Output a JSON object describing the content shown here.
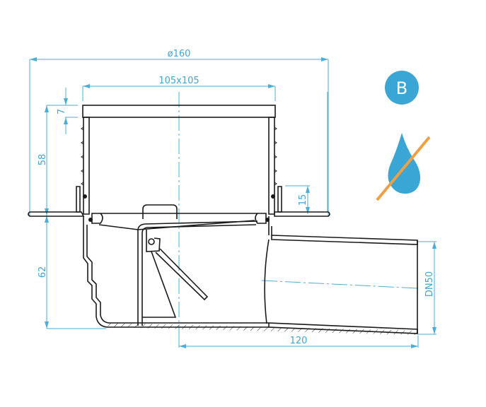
{
  "drawing": {
    "type": "floor drain cross-section technical drawing",
    "dimensions": {
      "overall_diameter": "ø160",
      "grate_size": "105x105",
      "grate_top_thickness": "7",
      "upper_height": "58",
      "collar_height": "15",
      "lower_height": "62",
      "outlet_length": "120",
      "outlet_diameter": "DN50"
    }
  },
  "badges": {
    "class_badge": {
      "label": "B",
      "color": "#3aa6d6"
    },
    "water_icon": {
      "name": "no-water-drop",
      "drop_color": "#3aa6d6",
      "strike_color": "#f0a040"
    }
  },
  "colors": {
    "dimension": "#4aaed6",
    "outline": "#1a1a1a"
  }
}
